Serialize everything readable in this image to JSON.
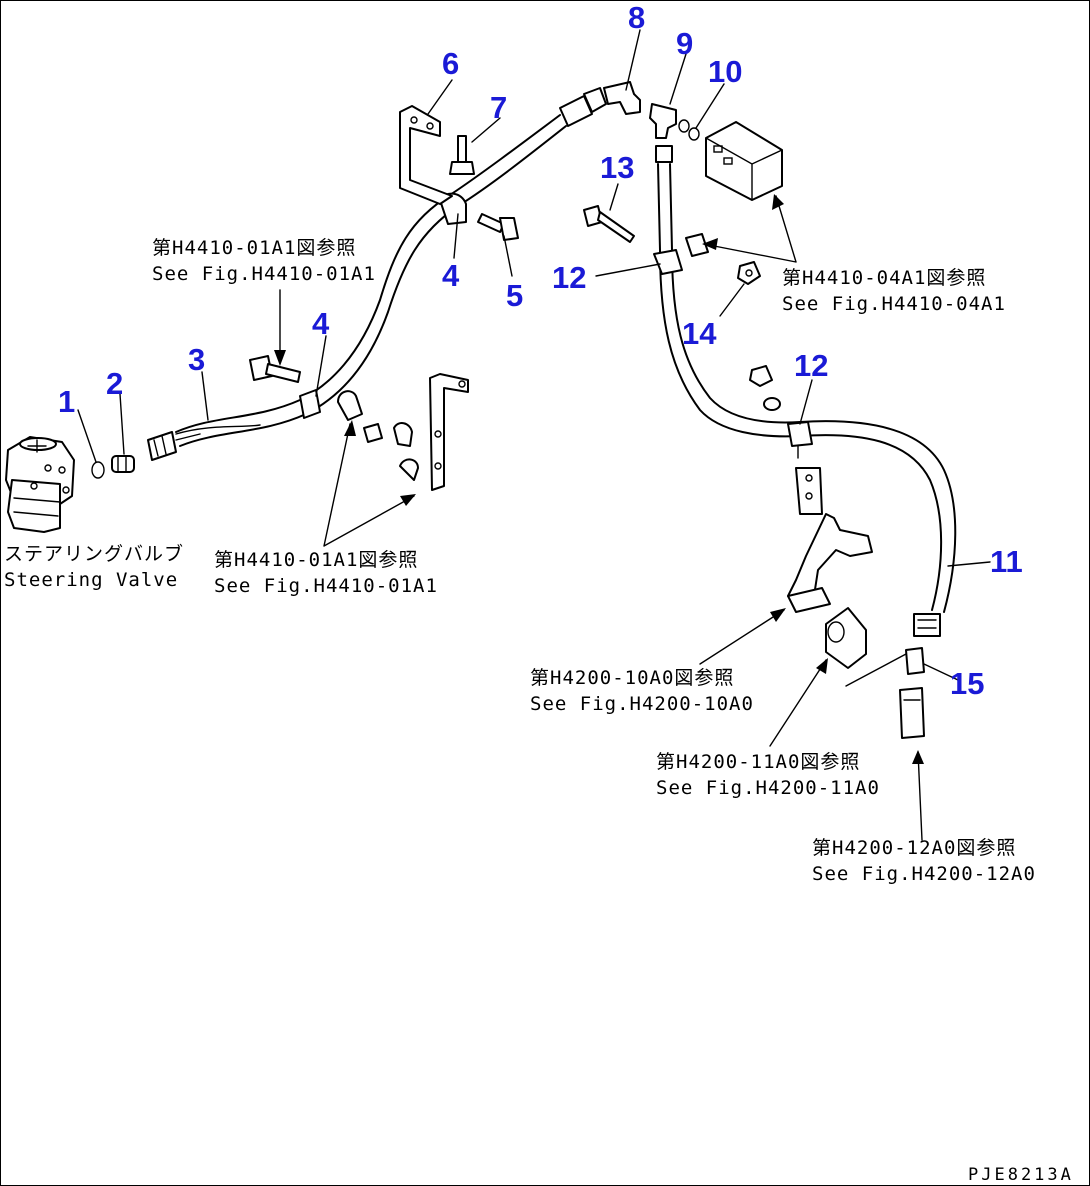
{
  "drawing_code": "PJE8213A",
  "steering_valve": {
    "label_jp": "ステアリングバルブ",
    "label_en": "Steering Valve"
  },
  "part_numbers": [
    "1",
    "2",
    "3",
    "4",
    "4",
    "5",
    "6",
    "7",
    "8",
    "9",
    "10",
    "11",
    "12",
    "12",
    "13",
    "14",
    "15"
  ],
  "references": [
    {
      "jp": "第H4410-01A1図参照",
      "en": "See Fig.H4410-01A1"
    },
    {
      "jp": "第H4410-01A1図参照",
      "en": "See Fig.H4410-01A1"
    },
    {
      "jp": "第H4410-04A1図参照",
      "en": "See Fig.H4410-04A1"
    },
    {
      "jp": "第H4200-10A0図参照",
      "en": "See Fig.H4200-10A0"
    },
    {
      "jp": "第H4200-11A0図参照",
      "en": "See Fig.H4200-11A0"
    },
    {
      "jp": "第H4200-12A0図参照",
      "en": "See Fig.H4200-12A0"
    }
  ],
  "colors": {
    "part_number": "#1a1ad6",
    "line": "#000000"
  }
}
